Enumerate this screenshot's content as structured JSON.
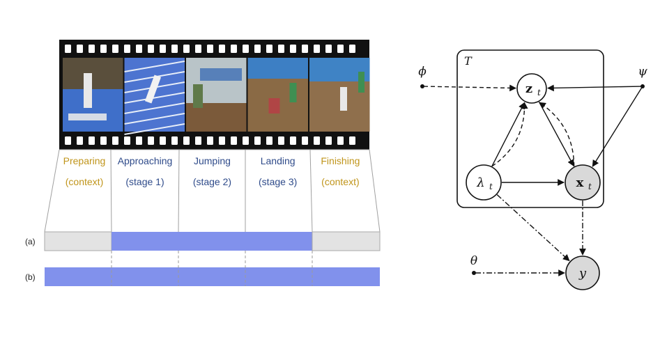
{
  "colors": {
    "context_text": "#c0951b",
    "stage_text": "#2f4b8a",
    "context_bar": "#e3e3e3",
    "stage_bar": "#8191ec",
    "film": "#111111",
    "observed_node": "#d9d9d9"
  },
  "stages": [
    {
      "name": "Preparing",
      "sub": "(context)",
      "kind": "context"
    },
    {
      "name": "Approaching",
      "sub": "(stage 1)",
      "kind": "stage"
    },
    {
      "name": "Jumping",
      "sub": "(stage 2)",
      "kind": "stage"
    },
    {
      "name": "Landing",
      "sub": "(stage 3)",
      "kind": "stage"
    },
    {
      "name": "Finishing",
      "sub": "(context)",
      "kind": "context"
    }
  ],
  "film_frames": [
    {
      "name": "frame-preparing",
      "base": "#5a4f3c",
      "accent": "#3f6fc9"
    },
    {
      "name": "frame-approaching",
      "base": "#4d74d0",
      "accent": "#e8eef8"
    },
    {
      "name": "frame-jumping",
      "base": "#b9c4c8",
      "accent": "#7b5a3a"
    },
    {
      "name": "frame-landing",
      "base": "#8a6a45",
      "accent": "#3d7fc4"
    },
    {
      "name": "frame-finishing",
      "base": "#8f6f4c",
      "accent": "#3f83c5"
    }
  ],
  "rows": [
    {
      "label": "(a)",
      "segments": [
        "context",
        "stage",
        "stage",
        "stage",
        "context"
      ]
    },
    {
      "label": "(b)",
      "segments": [
        "stage",
        "stage",
        "stage",
        "stage",
        "stage"
      ]
    }
  ],
  "model": {
    "plate_label": "T",
    "nodes": [
      {
        "id": "z",
        "main": "z",
        "sub": "t",
        "bold": true,
        "observed": false
      },
      {
        "id": "lambda",
        "main": "λ",
        "sub": "t",
        "bold": false,
        "observed": false
      },
      {
        "id": "x",
        "main": "x",
        "sub": "t",
        "bold": true,
        "observed": true
      },
      {
        "id": "y",
        "main": "y",
        "sub": "",
        "bold": false,
        "observed": true
      }
    ],
    "params": [
      {
        "id": "phi",
        "symbol": "ϕ"
      },
      {
        "id": "psi",
        "symbol": "ψ"
      },
      {
        "id": "theta",
        "symbol": "θ"
      }
    ],
    "edges": [
      {
        "from": "phi",
        "to": "z",
        "style": "dashed"
      },
      {
        "from": "psi",
        "to": "z",
        "style": "solid"
      },
      {
        "from": "psi",
        "to": "x",
        "style": "solid"
      },
      {
        "from": "lambda",
        "to": "z",
        "style": "solid"
      },
      {
        "from": "lambda",
        "to": "z",
        "style": "dashed"
      },
      {
        "from": "z",
        "to": "x",
        "style": "solid"
      },
      {
        "from": "x",
        "to": "z",
        "style": "dashed"
      },
      {
        "from": "lambda",
        "to": "x",
        "style": "solid"
      },
      {
        "from": "lambda",
        "to": "y",
        "style": "dashdot"
      },
      {
        "from": "x",
        "to": "y",
        "style": "dashdot"
      },
      {
        "from": "theta",
        "to": "y",
        "style": "dashdot"
      }
    ]
  }
}
